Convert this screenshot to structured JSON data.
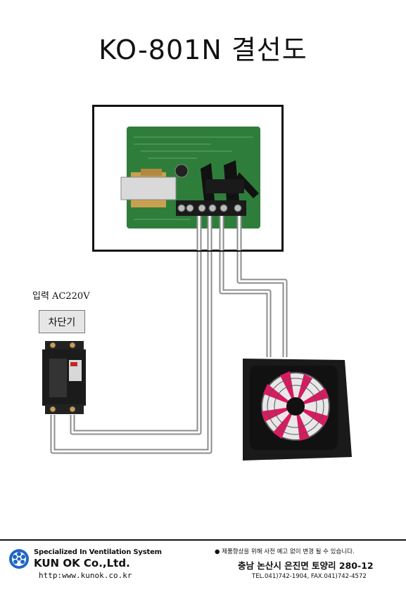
{
  "title": "KO-801N 결선도",
  "input_label": "입력 AC220V",
  "breaker_button": "차단기",
  "footer": {
    "tagline": "Specialized In Ventilation System",
    "company": "KUN OK Co.,Ltd.",
    "website": "http:www.kunok.co.kr",
    "notice": "● 제품향상을 위해 사전 예고 없이 변경 될 수 있습니다.",
    "address": "충남 논산시 은진면 토양리 280-12",
    "contact": "TEL.041)742-1904, FAX.041)742-4572"
  },
  "colors": {
    "pcb_green": "#2f7d3a",
    "fan_blade": "#d81b60",
    "wire": "#9a9a9a",
    "logo_blue": "#1e66c8"
  },
  "icons": {
    "logo": "kunok-fan-logo-icon"
  }
}
